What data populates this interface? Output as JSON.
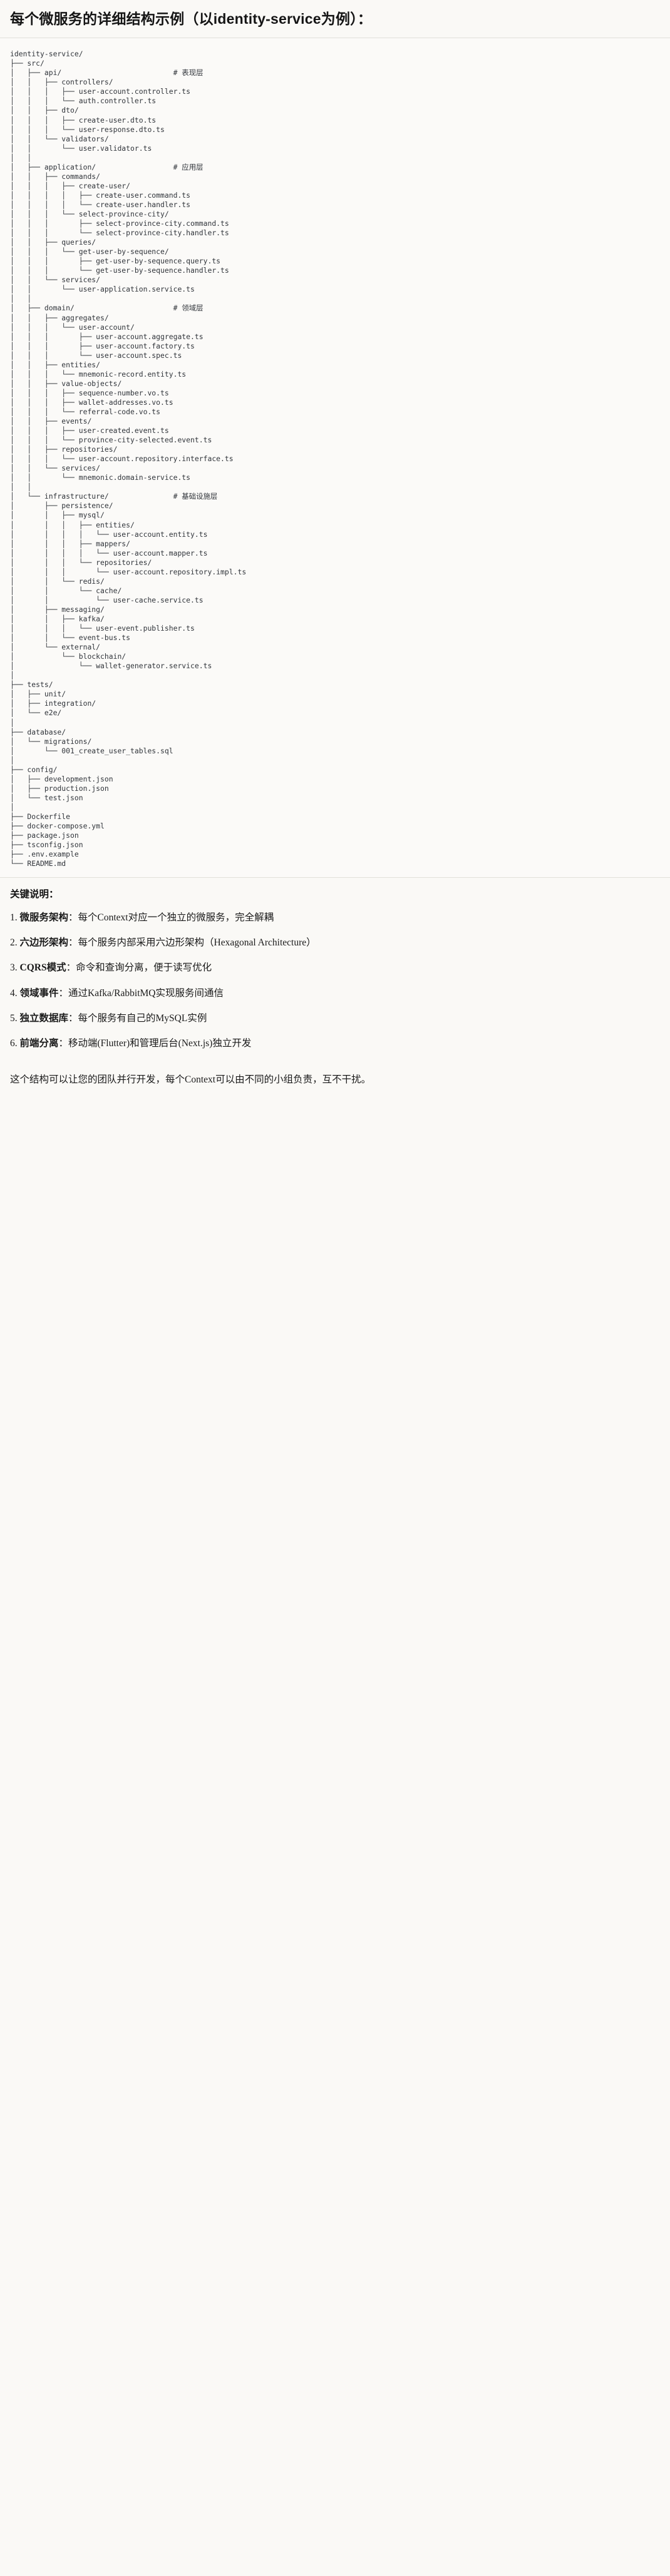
{
  "document": {
    "title": "每个微服务的详细结构示例（以identity-service为例）：",
    "code_block": {
      "language": "text",
      "root": "identity-service/",
      "lines": [
        "identity-service/",
        "├── src/",
        "│   ├── api/                          # 表现层",
        "│   │   ├── controllers/",
        "│   │   │   ├── user-account.controller.ts",
        "│   │   │   └── auth.controller.ts",
        "│   │   ├── dto/",
        "│   │   │   ├── create-user.dto.ts",
        "│   │   │   └── user-response.dto.ts",
        "│   │   └── validators/",
        "│   │       └── user.validator.ts",
        "│   │",
        "│   ├── application/                  # 应用层",
        "│   │   ├── commands/",
        "│   │   │   ├── create-user/",
        "│   │   │   │   ├── create-user.command.ts",
        "│   │   │   │   └── create-user.handler.ts",
        "│   │   │   └── select-province-city/",
        "│   │   │       ├── select-province-city.command.ts",
        "│   │   │       └── select-province-city.handler.ts",
        "│   │   ├── queries/",
        "│   │   │   └── get-user-by-sequence/",
        "│   │   │       ├── get-user-by-sequence.query.ts",
        "│   │   │       └── get-user-by-sequence.handler.ts",
        "│   │   └── services/",
        "│   │       └── user-application.service.ts",
        "│   │",
        "│   ├── domain/                       # 领域层",
        "│   │   ├── aggregates/",
        "│   │   │   └── user-account/",
        "│   │   │       ├── user-account.aggregate.ts",
        "│   │   │       ├── user-account.factory.ts",
        "│   │   │       └── user-account.spec.ts",
        "│   │   ├── entities/",
        "│   │   │   └── mnemonic-record.entity.ts",
        "│   │   ├── value-objects/",
        "│   │   │   ├── sequence-number.vo.ts",
        "│   │   │   ├── wallet-addresses.vo.ts",
        "│   │   │   └── referral-code.vo.ts",
        "│   │   ├── events/",
        "│   │   │   ├── user-created.event.ts",
        "│   │   │   └── province-city-selected.event.ts",
        "│   │   ├── repositories/",
        "│   │   │   └── user-account.repository.interface.ts",
        "│   │   └── services/",
        "│   │       └── mnemonic.domain-service.ts",
        "│   │",
        "│   └── infrastructure/               # 基础设施层",
        "│       ├── persistence/",
        "│       │   ├── mysql/",
        "│       │   │   ├── entities/",
        "│       │   │   │   └── user-account.entity.ts",
        "│       │   │   ├── mappers/",
        "│       │   │   │   └── user-account.mapper.ts",
        "│       │   │   └── repositories/",
        "│       │   │       └── user-account.repository.impl.ts",
        "│       │   └── redis/",
        "│       │       └── cache/",
        "│       │           └── user-cache.service.ts",
        "│       ├── messaging/",
        "│       │   ├── kafka/",
        "│       │   │   └── user-event.publisher.ts",
        "│       │   └── event-bus.ts",
        "│       └── external/",
        "│           └── blockchain/",
        "│               └── wallet-generator.service.ts",
        "│",
        "├── tests/",
        "│   ├── unit/",
        "│   ├── integration/",
        "│   └── e2e/",
        "│",
        "├── database/",
        "│   └── migrations/",
        "│       └── 001_create_user_tables.sql",
        "│",
        "├── config/",
        "│   ├── development.json",
        "│   ├── production.json",
        "│   └── test.json",
        "│",
        "├── Dockerfile",
        "├── docker-compose.yml",
        "├── package.json",
        "├── tsconfig.json",
        "├── .env.example",
        "└── README.md"
      ],
      "layer_comments": [
        {
          "path": "src/api/",
          "comment": "# 表现层"
        },
        {
          "path": "src/application/",
          "comment": "# 应用层"
        },
        {
          "path": "src/domain/",
          "comment": "# 领域层"
        },
        {
          "path": "src/infrastructure/",
          "comment": "# 基础设施层"
        }
      ]
    },
    "notes": {
      "heading": "关键说明：",
      "items": [
        {
          "label": "微服务架构",
          "text": "：每个Context对应一个独立的微服务，完全解耦"
        },
        {
          "label": "六边形架构",
          "text": "：每个服务内部采用六边形架构（Hexagonal Architecture）"
        },
        {
          "label": "CQRS模式",
          "text": "：命令和查询分离，便于读写优化"
        },
        {
          "label": "领域事件",
          "text": "：通过Kafka/RabbitMQ实现服务间通信"
        },
        {
          "label": "独立数据库",
          "text": "：每个服务有自己的MySQL实例"
        },
        {
          "label": "前端分离",
          "text": "：移动端(Flutter)和管理后台(Next.js)独立开发"
        }
      ],
      "closing": "这个结构可以让您的团队并行开发，每个Context可以由不同的小组负责，互不干扰。"
    },
    "colors": {
      "page_background": "#faf9f6",
      "code_background": "#fbfaf8",
      "text": "#1a1a1a",
      "code_text": "#30343a",
      "rule": "#e2e0da"
    }
  }
}
